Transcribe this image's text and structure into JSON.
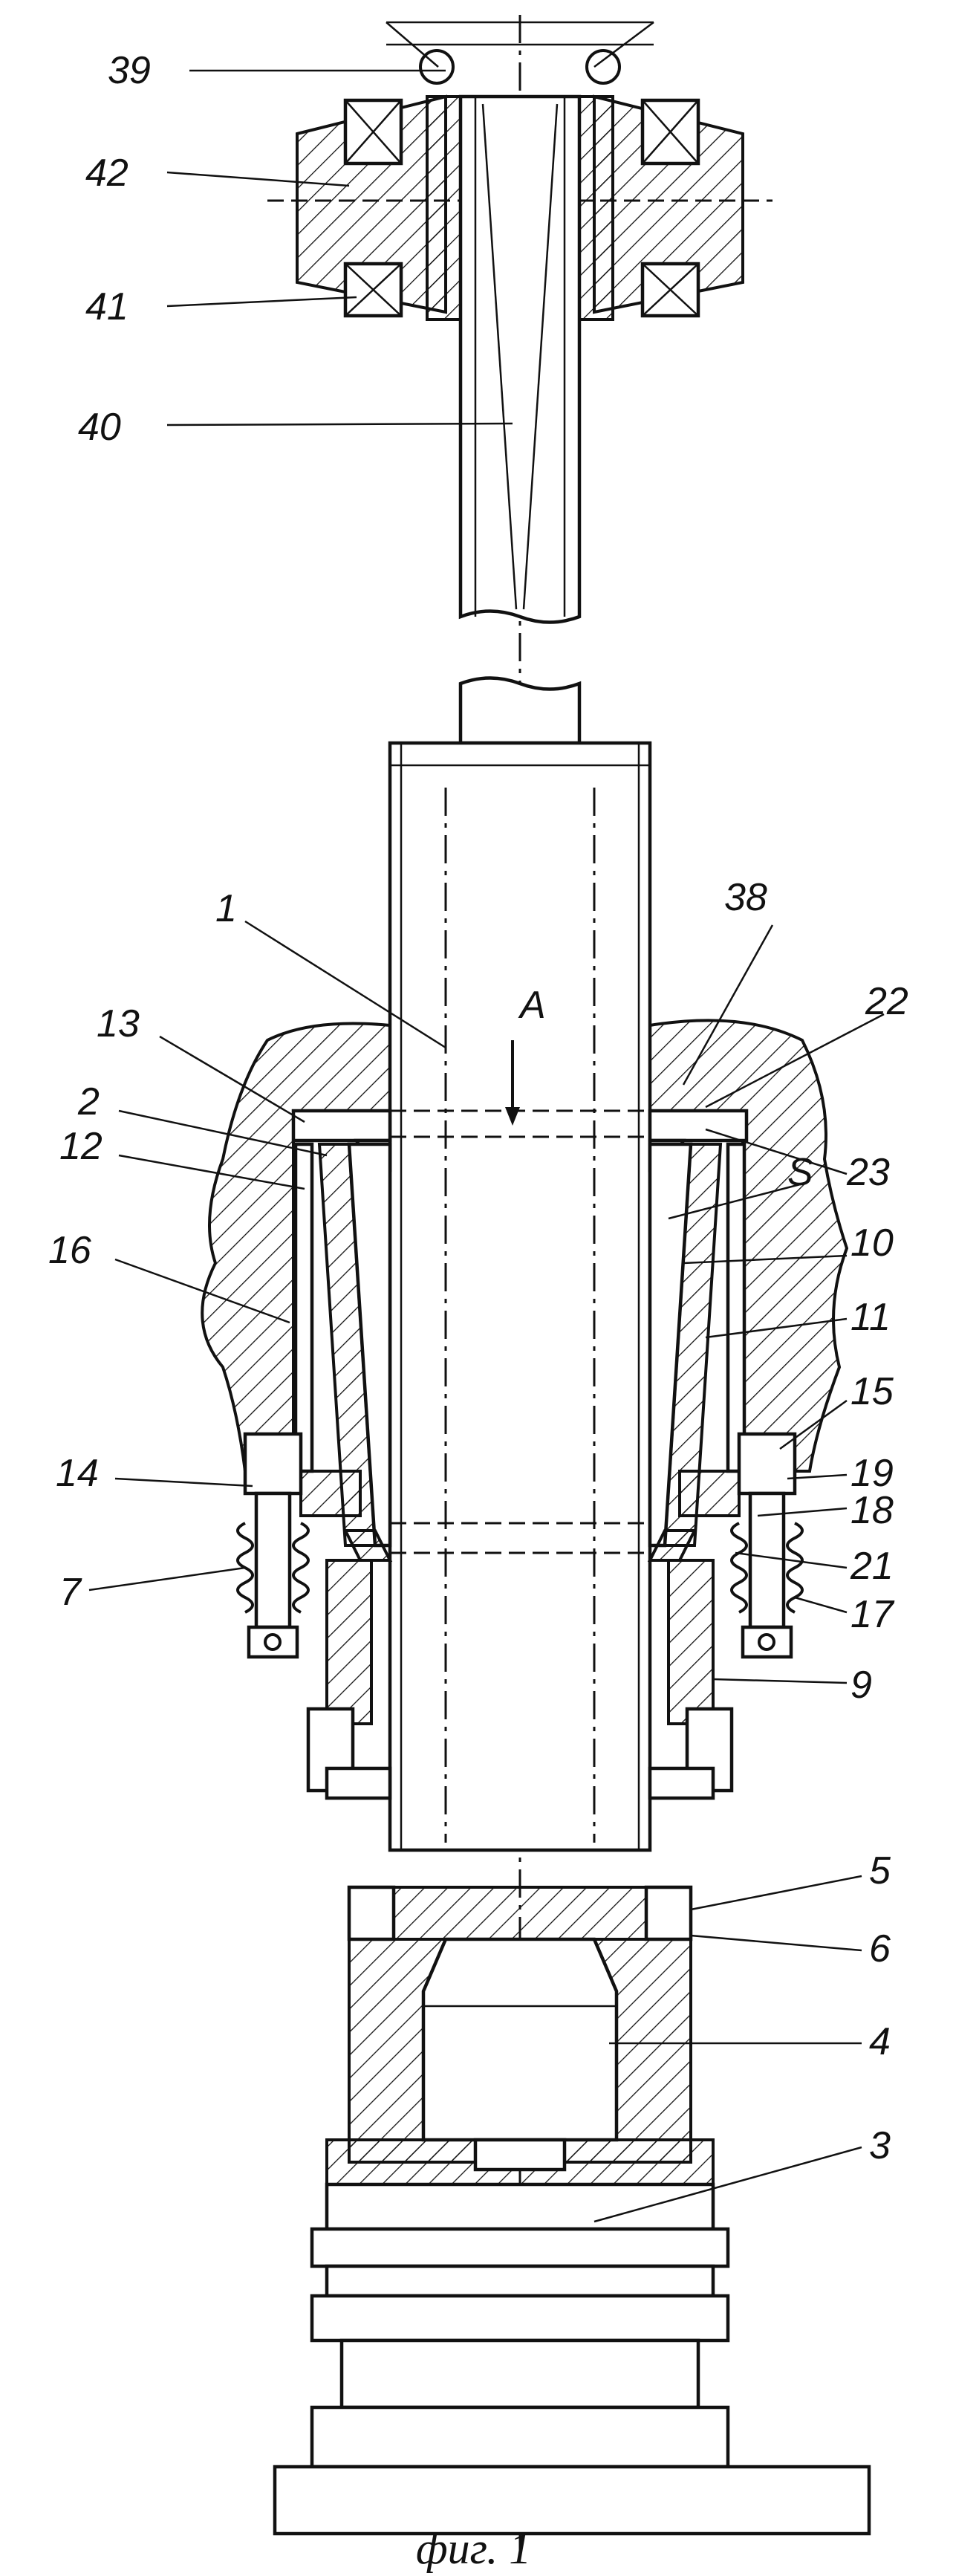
{
  "figure": {
    "caption": "фиг. 1",
    "labels": [
      {
        "id": "39",
        "text": "39"
      },
      {
        "id": "42",
        "text": "42"
      },
      {
        "id": "41",
        "text": "41"
      },
      {
        "id": "40",
        "text": "40"
      },
      {
        "id": "1",
        "text": "1"
      },
      {
        "id": "38",
        "text": "38"
      },
      {
        "id": "A",
        "text": "А"
      },
      {
        "id": "22",
        "text": "22"
      },
      {
        "id": "13",
        "text": "13"
      },
      {
        "id": "2",
        "text": "2"
      },
      {
        "id": "12",
        "text": "12"
      },
      {
        "id": "23",
        "text": "23"
      },
      {
        "id": "S",
        "text": "S"
      },
      {
        "id": "16",
        "text": "16"
      },
      {
        "id": "10",
        "text": "10"
      },
      {
        "id": "11",
        "text": "11"
      },
      {
        "id": "15",
        "text": "15"
      },
      {
        "id": "14",
        "text": "14"
      },
      {
        "id": "19",
        "text": "19"
      },
      {
        "id": "18",
        "text": "18"
      },
      {
        "id": "7",
        "text": "7"
      },
      {
        "id": "21",
        "text": "21"
      },
      {
        "id": "17",
        "text": "17"
      },
      {
        "id": "9",
        "text": "9"
      },
      {
        "id": "5",
        "text": "5"
      },
      {
        "id": "6",
        "text": "6"
      },
      {
        "id": "4",
        "text": "4"
      },
      {
        "id": "3",
        "text": "3"
      }
    ]
  }
}
